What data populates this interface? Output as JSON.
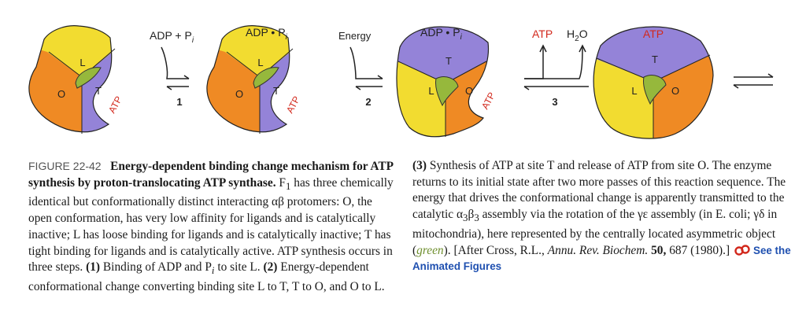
{
  "figure": {
    "states": [
      {
        "sites": [
          "L",
          "O",
          "T"
        ],
        "bound": "ATP"
      },
      {
        "sites": [
          "L",
          "O",
          "T"
        ],
        "bound": "ATP"
      },
      {
        "sites": [
          "T",
          "L",
          "O"
        ],
        "bound": "ATP"
      },
      {
        "sites": [
          "T",
          "L",
          "O"
        ],
        "bound": ""
      }
    ],
    "state2_label": "ADP • P",
    "state2_sub": "i",
    "state3_label": "ADP • P",
    "state3_sub": "i",
    "state4_label": "ATP",
    "steps": [
      {
        "number": "1",
        "label": "ADP + P",
        "sub": "i"
      },
      {
        "number": "2",
        "label": "Energy",
        "sub": ""
      },
      {
        "number": "3",
        "label": "",
        "sub": ""
      }
    ],
    "step3_products": {
      "atp": "ATP",
      "water": "H",
      "water_sub": "2",
      "water_end": "O"
    },
    "colors": {
      "loose": "#f2dc30",
      "open": "#ef8a24",
      "tight": "#9483d8",
      "shaft": "#96b83c",
      "atp_text": "#d2281c"
    }
  },
  "caption": {
    "label": "FIGURE 22-42",
    "title": "Energy-dependent binding change mechanism for ATP synthesis by proton-translocating ATP synthase.",
    "s1": "F",
    "s1_sub": "1",
    "s2": "has three chemically identical but conformationally distinct interacting αβ protomers: O, the open conformation, has very low affinity for ligands and is catalytically inactive; L has loose binding for ligands and is catalytically inactive; T has tight binding for ligands and is catalytically active. ATP synthesis occurs in three steps.",
    "step1_num": "(1)",
    "step1_text": "Binding of ADP and P",
    "step1_sub": "i",
    "step1_end": "to site L.",
    "step2_num": "(2)",
    "step2_text": "Energy-dependent conformational change converting binding site L to T, T to O, and O to L.",
    "step3_num": "(3)",
    "step3_text": "Synthesis of ATP at site T and release of ATP from site O. The enzyme returns to its initial state after two more passes of this reaction sequence. The energy that drives the conformational change is apparently transmitted to the catalytic α",
    "s3_sub": "3",
    "s3_beta": "β",
    "s3_sub2": "3",
    "s3_mid": "assembly via the rotation of the γε assembly (in E. coli; γδ in mitochondria), here represented by the centrally located asymmetric object (",
    "s3_green": "green",
    "s3_after": "). [After Cross, R.L.,",
    "journal": "Annu. Rev. Biochem.",
    "volume": "50,",
    "pages": "687 (1980).]",
    "link_text": "See the Animated Figures"
  }
}
